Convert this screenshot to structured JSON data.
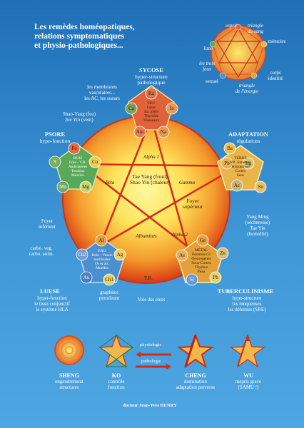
{
  "title_lines": [
    "Les remèdes homéopatiques,",
    "relations symptomatiques",
    "et physio-pathologiques..."
  ],
  "sycose": {
    "heading": "SYCOSE",
    "desc1": "hyper-structure",
    "desc2": "pathologique",
    "remedies": [
      "Ka",
      "Ca",
      "Io",
      "Am",
      "Na"
    ],
    "center": [
      "FEU",
      "Cœur",
      "Int. grêle",
      "Thyroïde",
      "Vaisseaux"
    ]
  },
  "psore": {
    "heading": "PSORE",
    "desc1": "hypo-fonction",
    "remedies": [
      "Fe",
      "S",
      "Cu",
      "Mn",
      "Mg"
    ],
    "center": [
      "BOIS",
      "Foie - V.B.",
      "Androgènes",
      "Tendons",
      "Muscles"
    ]
  },
  "adaptation": {
    "heading": "ADAPTATION",
    "desc1": "régulations",
    "remedies": [
      "Ba",
      "Pb",
      "Hg",
      "Ac",
      "Sn"
    ],
    "center": [
      "TERRE",
      "RP- Estomac",
      "Hypophyse",
      "Cortex",
      "Sens"
    ]
  },
  "luese": {
    "heading": "LUESE",
    "desc1": "hyper-fonction",
    "desc2": "le tissu conjonctif",
    "desc3": "le système HLA",
    "remedies": [
      "Al",
      "Ch2",
      "Ag",
      "Au",
      "Ch1"
    ],
    "center": [
      "EAU",
      "Rein - Vessie",
      "Surrénales",
      "Os et art.",
      "Moelles"
    ]
  },
  "tuberculinisme": {
    "heading": "TUBERCULINISME",
    "desc1": "hypo-structure",
    "desc2": "les muqueuses",
    "desc3": "les défenses (SRE)",
    "remedies": [
      "Ge",
      "As",
      "Zn",
      "Si",
      "Ph"
    ],
    "center": [
      "MÉTAL",
      "Poumon-GI",
      "Oestrogènes",
      "Sous-Cortex",
      "Thymus",
      "Peau"
    ]
  },
  "side_texts": {
    "membranes": [
      "les membranes",
      "vasculaires...",
      "les AC, les sueurs"
    ],
    "shao_yang": [
      "Shao-Yang (feu)",
      "Jue Yin (vent)"
    ],
    "yang_ming": [
      "Yang Ming",
      "(sécheresse)",
      "Tae Yin",
      "(humidité)"
    ],
    "foyer_inf": [
      "Foyer",
      "inférieur"
    ],
    "carbo": [
      "carbo. veg.",
      "carbo. anim."
    ],
    "graphites": [
      "graphites",
      "petroleum"
    ],
    "voie_eaux": "Voie des eaux"
  },
  "inner_labels": {
    "alpha1": "Alpha 1",
    "beta": "Béta",
    "gamma": "Gamma",
    "alpha2": "Alpha 2",
    "albumines": "Albumines",
    "tr": "T.R.",
    "tae_yang": [
      "Tae Yang (froid)",
      "Shao Yin (chaleur)"
    ],
    "foyer_sup": [
      "Foyer",
      "supérieur"
    ]
  },
  "inset": {
    "esprit": "esprit",
    "triangle_sang": [
      "triangle",
      "du sang"
    ],
    "memoire": "mémoire",
    "lime": "lime",
    "trois_feux": [
      "les trois",
      "feux"
    ],
    "corps": [
      "corps",
      "identité"
    ],
    "sexuel": "sexuel",
    "triangle_energie": [
      "triangle",
      "de l'énergie"
    ]
  },
  "legend": {
    "physiologie": "physiologie",
    "pathologie": "pathologie",
    "cycles": [
      {
        "name": "SHENG",
        "desc": [
          "engendrement",
          "structures"
        ]
      },
      {
        "name": "KO",
        "desc": [
          "contrôle",
          "fonction"
        ]
      },
      {
        "name": "CHENG",
        "desc": [
          "domination",
          "adaptation perverse"
        ]
      },
      {
        "name": "WU",
        "desc": [
          "mépris grave",
          "(SAMU !)"
        ]
      }
    ]
  },
  "author": "docteur Jean-Yves HENRY",
  "colors": {
    "background": "#2f86cc",
    "circle_outer": "#d93a14",
    "circle_inner": "#fff06a",
    "fire": "#e0623a",
    "wood": "#5aa85a",
    "earth": "#e9b44a",
    "water": "#4c8fcf",
    "metal": "#e2a03a"
  }
}
